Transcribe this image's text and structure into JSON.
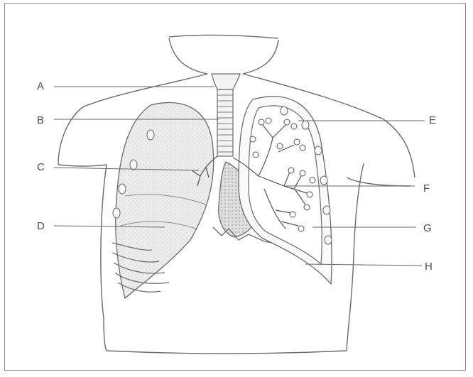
{
  "labels": {
    "a": "A",
    "b": "B",
    "c": "C",
    "d": "D",
    "e": "E",
    "f": "F",
    "g": "G",
    "h": "H"
  },
  "colors": {
    "ink": "#5a5a5a",
    "line": "#8a8a8a",
    "lung_fill": "#e9e9e9",
    "heart_fill": "#d9d9d9"
  }
}
